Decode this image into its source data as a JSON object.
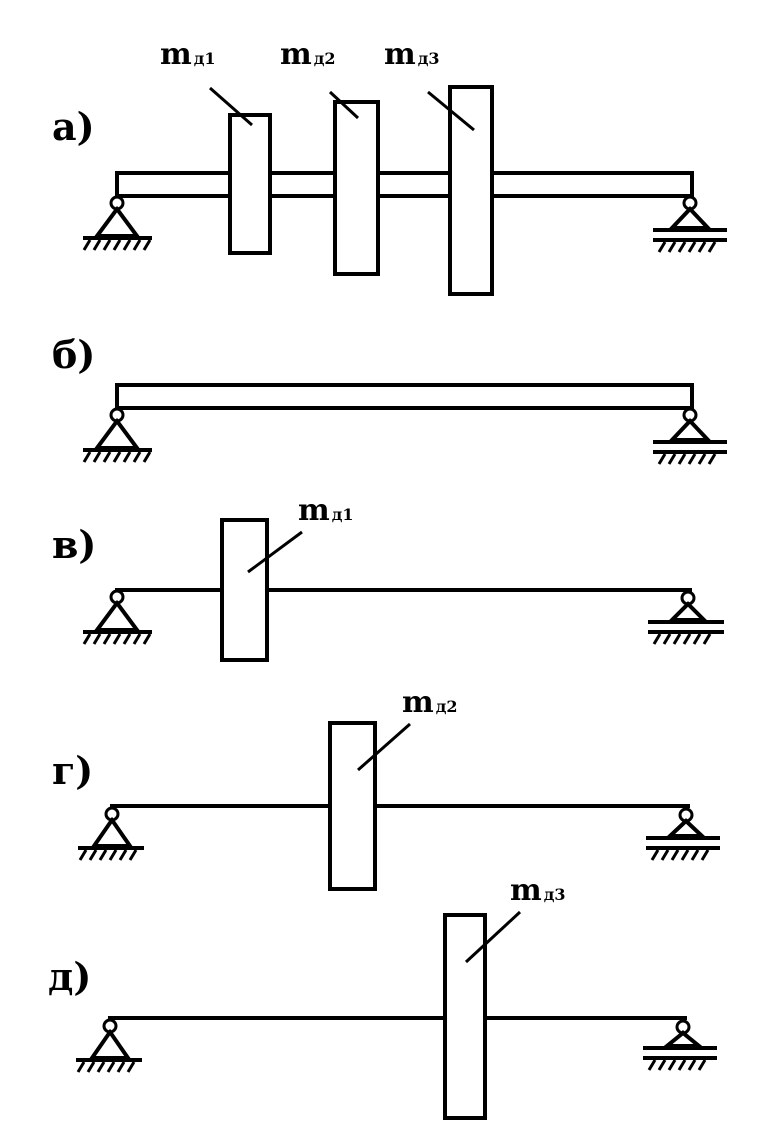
{
  "panels": [
    {
      "id": "a",
      "letter": "а)",
      "masses": [
        {
          "main": "m",
          "sub": "д1"
        },
        {
          "main": "m",
          "sub": "д2"
        },
        {
          "main": "m",
          "sub": "д3"
        }
      ]
    },
    {
      "id": "b",
      "letter": "б)",
      "masses": []
    },
    {
      "id": "v",
      "letter": "в)",
      "masses": [
        {
          "main": "m",
          "sub": "д1"
        }
      ]
    },
    {
      "id": "g",
      "letter": "г)",
      "masses": [
        {
          "main": "m",
          "sub": "д2"
        }
      ]
    },
    {
      "id": "d",
      "letter": "д)",
      "masses": [
        {
          "main": "m",
          "sub": "д3"
        }
      ]
    }
  ]
}
